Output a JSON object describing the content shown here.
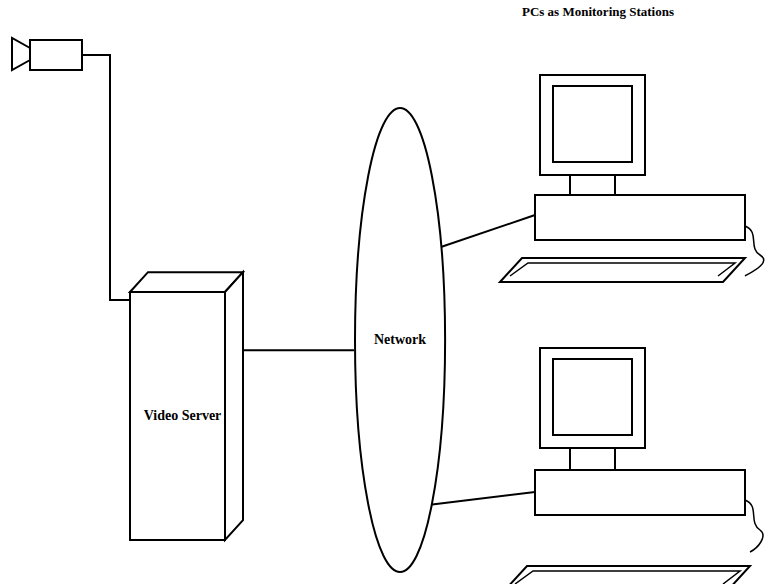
{
  "diagram": {
    "nodes": [
      {
        "text": [
          "Video Server"
        ]
      },
      {
        "text": [
          "Network"
        ]
      }
    ],
    "edges": [
      {
        "from": 0,
        "to": 1,
        "arrow": "none"
      }
    ],
    "labels": [
      "PCs as Monitoring Stations"
    ]
  }
}
